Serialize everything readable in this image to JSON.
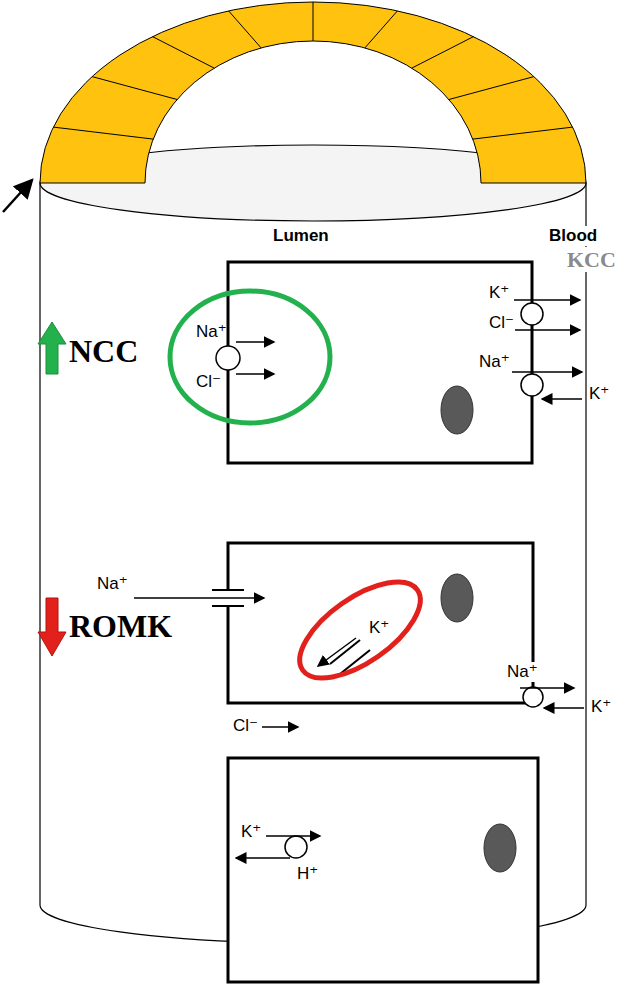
{
  "diagram": {
    "nodes": [
      {
        "text": [
          "Na⁺",
          "Cl⁻"
        ]
      },
      {
        "text": [
          "K⁺"
        ]
      }
    ],
    "labels": [
      "Lumen",
      "Blood",
      "KCC",
      "NCC",
      "K⁺",
      "Cl⁻",
      "Na⁺",
      "K⁺",
      "Na⁺",
      "ROMK",
      "Na⁺",
      "K⁺",
      "Cl⁻",
      "K⁺",
      "H⁺"
    ]
  }
}
